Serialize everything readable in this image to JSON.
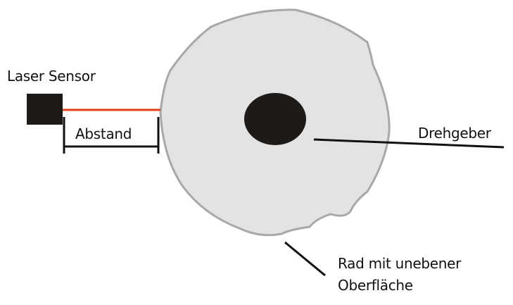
{
  "labels": {
    "laser_sensor": "Laser Sensor",
    "distance": "Abstand",
    "encoder": "Drehgeber",
    "wheel_line1": "Rad mit unebener",
    "wheel_line2": "Oberfläche"
  },
  "colors": {
    "wheel_fill": "#e3e3e3",
    "wheel_outline": "#a8a8a8",
    "hub": "#1e1a18",
    "sensor": "#1e1a18",
    "laser_beam": "#e2401a",
    "lines": "#111111"
  }
}
